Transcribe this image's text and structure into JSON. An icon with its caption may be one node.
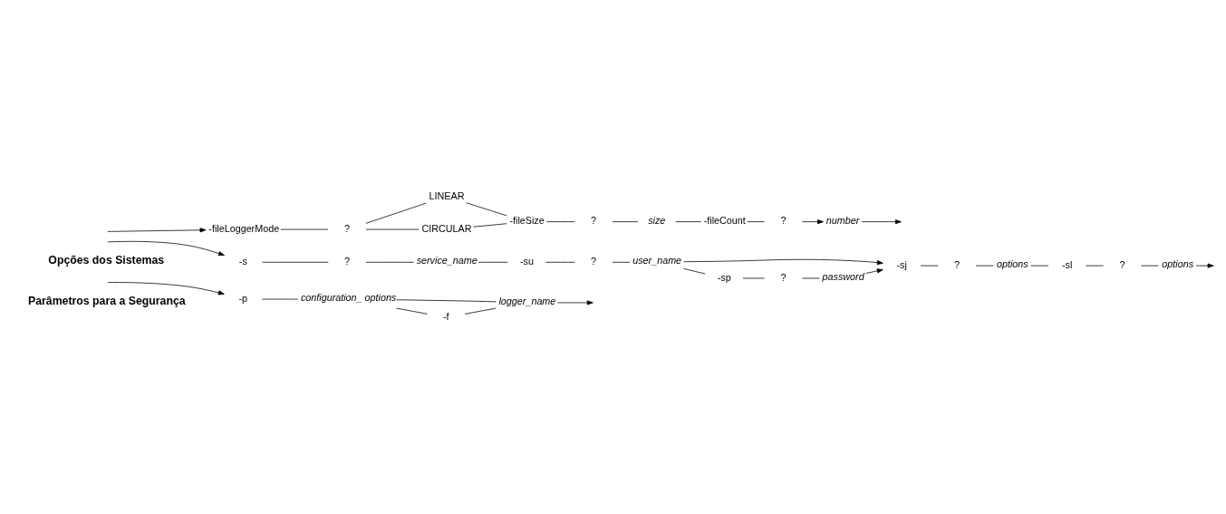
{
  "diagram": {
    "nodes": [
      {
        "text": [
          "-fileLoggerMode"
        ]
      },
      {
        "text": [
          "?"
        ]
      },
      {
        "text": [
          "CIRCULAR"
        ]
      },
      {
        "text": [
          "LINEAR"
        ]
      },
      {
        "text": [
          "-fileSize"
        ]
      },
      {
        "text": [
          "?"
        ]
      },
      {
        "text": [
          "size"
        ]
      },
      {
        "text": [
          "-fileCount"
        ]
      },
      {
        "text": [
          "?"
        ]
      },
      {
        "text": [
          "number"
        ]
      },
      {
        "text": [
          "-s"
        ]
      },
      {
        "text": [
          "?"
        ]
      },
      {
        "text": [
          "service_name"
        ]
      },
      {
        "text": [
          "-su"
        ]
      },
      {
        "text": [
          "?"
        ]
      },
      {
        "text": [
          "user_name"
        ]
      },
      {
        "text": [
          "-sp"
        ]
      },
      {
        "text": [
          "?"
        ]
      },
      {
        "text": [
          "password"
        ]
      },
      {
        "text": [
          "-sj"
        ]
      },
      {
        "text": [
          "?"
        ]
      },
      {
        "text": [
          "options"
        ]
      },
      {
        "text": [
          "-sl"
        ]
      },
      {
        "text": [
          "?"
        ]
      },
      {
        "text": [
          "options"
        ]
      },
      {
        "text": [
          "-p"
        ]
      },
      {
        "text": [
          "configuration_ options"
        ]
      },
      {
        "text": [
          "-f"
        ]
      },
      {
        "text": [
          "logger_name"
        ]
      }
    ],
    "edges": [
      {
        "from": null,
        "to": 0,
        "arrow": "to"
      },
      {
        "from": 0,
        "to": 1,
        "arrow": "none"
      },
      {
        "from": 1,
        "to": 2,
        "arrow": "none"
      },
      {
        "from": 1,
        "to": 3,
        "arrow": "none"
      },
      {
        "from": 2,
        "to": 4,
        "arrow": "none"
      },
      {
        "from": 3,
        "to": 4,
        "arrow": "none"
      },
      {
        "from": 4,
        "to": 5,
        "arrow": "none"
      },
      {
        "from": 5,
        "to": 6,
        "arrow": "none"
      },
      {
        "from": 6,
        "to": 7,
        "arrow": "none"
      },
      {
        "from": 7,
        "to": 8,
        "arrow": "none"
      },
      {
        "from": 8,
        "to": 9,
        "arrow": "to"
      },
      {
        "from": 9,
        "to": null,
        "arrow": "to"
      },
      {
        "from": null,
        "to": 10,
        "arrow": "to"
      },
      {
        "from": 10,
        "to": 11,
        "arrow": "none"
      },
      {
        "from": 11,
        "to": 12,
        "arrow": "none"
      },
      {
        "from": 12,
        "to": 13,
        "arrow": "none"
      },
      {
        "from": 13,
        "to": 14,
        "arrow": "none"
      },
      {
        "from": 14,
        "to": 15,
        "arrow": "none"
      },
      {
        "from": 15,
        "to": 16,
        "arrow": "none"
      },
      {
        "from": 16,
        "to": 17,
        "arrow": "none"
      },
      {
        "from": 17,
        "to": 18,
        "arrow": "none"
      },
      {
        "from": 15,
        "to": 19,
        "arrow": "to"
      },
      {
        "from": 18,
        "to": 19,
        "arrow": "to"
      },
      {
        "from": 19,
        "to": 20,
        "arrow": "none"
      },
      {
        "from": 20,
        "to": 21,
        "arrow": "none"
      },
      {
        "from": 21,
        "to": 22,
        "arrow": "none"
      },
      {
        "from": 22,
        "to": 23,
        "arrow": "none"
      },
      {
        "from": 23,
        "to": 24,
        "arrow": "none"
      },
      {
        "from": 24,
        "to": null,
        "arrow": "to"
      },
      {
        "from": null,
        "to": 25,
        "arrow": "to"
      },
      {
        "from": 25,
        "to": 26,
        "arrow": "none"
      },
      {
        "from": 26,
        "to": 27,
        "arrow": "none"
      },
      {
        "from": 26,
        "to": 28,
        "arrow": "none"
      },
      {
        "from": 27,
        "to": 28,
        "arrow": "none"
      },
      {
        "from": 28,
        "to": null,
        "arrow": "to"
      }
    ],
    "labels": [
      "Opções dos Sistemas",
      "Parâmetros para a Segurança"
    ]
  }
}
